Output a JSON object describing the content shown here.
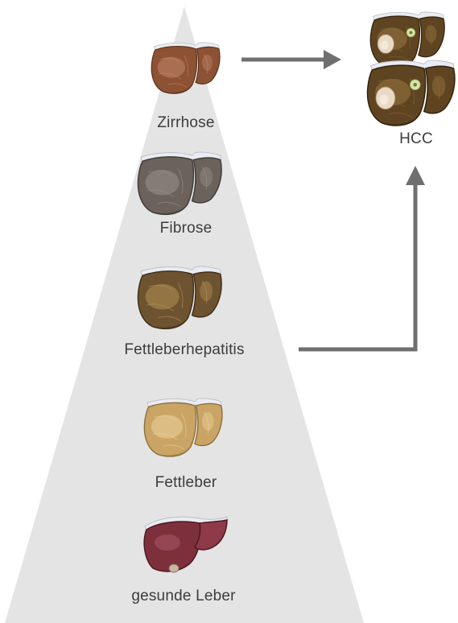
{
  "stages": [
    {
      "id": "zirrhose",
      "label": "Zirrhose",
      "colors": {
        "light": "#b27a5e",
        "mid": "#8d5233",
        "dark": "#5a2f1b",
        "texture": "#c48e72"
      }
    },
    {
      "id": "fibrose",
      "label": "Fibrose",
      "colors": {
        "light": "#8d857d",
        "mid": "#6a625b",
        "dark": "#3f3a35",
        "texture": "#9a938b"
      }
    },
    {
      "id": "fettleberhepatitis",
      "label": "Fettleberhepatitis",
      "colors": {
        "light": "#a0804a",
        "mid": "#6e5330",
        "dark": "#3e2d18",
        "texture": "#b8965e"
      }
    },
    {
      "id": "fettleber",
      "label": "Fettleber",
      "colors": {
        "light": "#e2c68e",
        "mid": "#c9a464",
        "dark": "#8c6b38",
        "texture": "#ecd6a6"
      }
    },
    {
      "id": "gesunde-leber",
      "label": "gesunde Leber",
      "colors": {
        "light": "#a04a5a",
        "mid": "#7e2f3c",
        "dark": "#4f1822",
        "texture": "#b8687a"
      }
    }
  ],
  "outcome": {
    "label": "HCC",
    "colors": {
      "light": "#8a6a3a",
      "mid": "#5e4420",
      "dark": "#33230f",
      "tumor": "#ead9c4",
      "tumor_core": "#d8e3a8"
    }
  },
  "colors": {
    "pyramid": "#e4e4e4",
    "arrow": "#6f6f6f",
    "capsule": "#e9ecf2"
  }
}
